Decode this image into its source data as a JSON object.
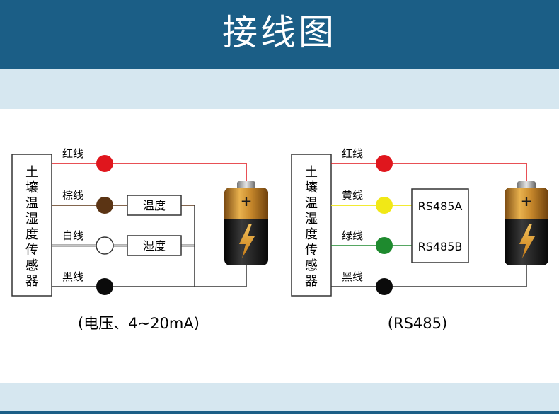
{
  "header": {
    "title": "接线图"
  },
  "colors": {
    "header_bg": "#1b5e86",
    "band_bg": "#d6e7f0",
    "red": "#e0161d",
    "brown": "#5b3414",
    "white": "#ffffff",
    "black": "#0b0b0b",
    "yellow": "#f1e816",
    "green": "#1e8a2e",
    "battery_gold": "#c8892c",
    "battery_dark": "#1c1c1c"
  },
  "icons": [
    "battery-icon",
    "lightning-icon"
  ],
  "left_diagram": {
    "sensor_label": "土壤温湿度传感器",
    "wires": [
      {
        "label": "红线",
        "color": "red"
      },
      {
        "label": "棕线",
        "color": "brown"
      },
      {
        "label": "白线",
        "color": "white"
      },
      {
        "label": "黑线",
        "color": "black"
      }
    ],
    "loads": [
      "温度",
      "湿度"
    ],
    "battery_symbol": "+",
    "caption": "(电压、4~20mA)"
  },
  "right_diagram": {
    "sensor_label": "土壤温湿度传感器",
    "wires": [
      {
        "label": "红线",
        "color": "red"
      },
      {
        "label": "黄线",
        "color": "yellow"
      },
      {
        "label": "绿线",
        "color": "green"
      },
      {
        "label": "黑线",
        "color": "black"
      }
    ],
    "bus_labels": [
      "RS485A",
      "RS485B"
    ],
    "battery_symbol": "+",
    "caption": "(RS485)"
  }
}
